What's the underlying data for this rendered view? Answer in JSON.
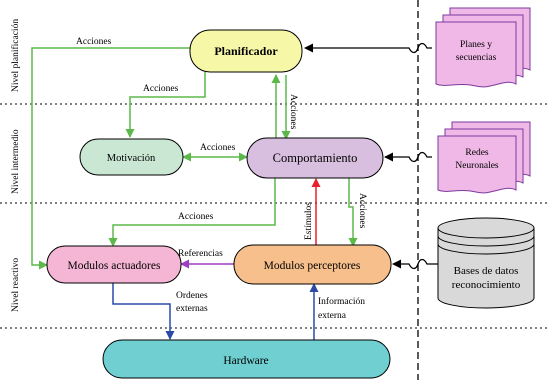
{
  "levels": {
    "planificacion": "Nivel planificación",
    "intermedio": "Nivel intermedio",
    "reactivo": "Nivel reactivo"
  },
  "nodes": {
    "planificador": "Planificador",
    "motivacion": "Motivación",
    "comportamiento": "Comportamiento",
    "actuadores": "Modulos actuadores",
    "perceptores": "Modulos perceptores",
    "hardware": "Hardware"
  },
  "sources": {
    "planes_line1": "Planes y",
    "planes_line2": "secuencias",
    "redes_line1": "Redes",
    "redes_line2": "Neuronales",
    "bases_line1": "Bases de datos",
    "bases_line2": "reconocimiento"
  },
  "edge_labels": {
    "acciones_left": "Acciones",
    "acciones_to_motivacion": "Acciones",
    "acciones_motiv_comport": "Acciones",
    "acciones_vertical_top": "Acciones",
    "acciones_to_actuadores": "Acciones",
    "estimulos": "Estímulos",
    "acciones_vertical_right": "Acciones",
    "referencias": "Referencias",
    "ordenes_line1": "Ordenes",
    "ordenes_line2": "externas",
    "informacion_line1": "Información",
    "informacion_line2": "externa"
  },
  "colors": {
    "planificador": "#f7f7a8",
    "motivacion": "#c9e7d3",
    "comportamiento": "#d8bfdf",
    "actuadores": "#f4b6d4",
    "perceptores": "#f6bf8c",
    "hardware": "#6fcfd1",
    "document": "#f0b8e6",
    "database": "#d9d9d9",
    "green_arrow": "#5cb84a",
    "red_arrow": "#e8202a",
    "blue_arrow": "#2a4aa6",
    "purple_arrow": "#9d3fc4"
  }
}
